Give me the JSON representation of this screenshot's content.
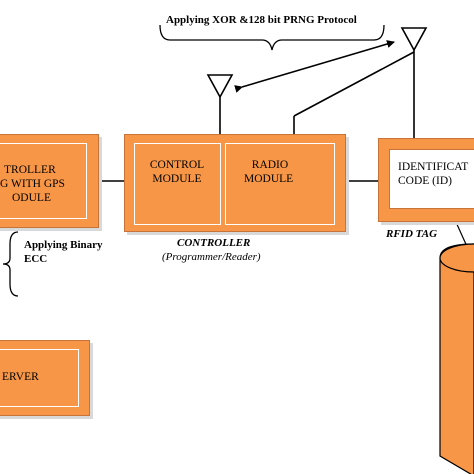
{
  "protocol_label": "Applying XOR &128 bit PRNG Protocol",
  "ecc_label_line1": "Applying Binary",
  "ecc_label_line2": "ECC",
  "left_controller": {
    "line1": "TROLLER",
    "line2": "G WITH GPS",
    "line3": "ODULE"
  },
  "controller": {
    "control_line1": "CONTROL",
    "control_line2": "MODULE",
    "radio_line1": "RADIO",
    "radio_line2": "MODULE",
    "caption_line1": "CONTROLLER",
    "caption_line2": "(Programmer/Reader)"
  },
  "rfid": {
    "id_line1": "IDENTIFICAT",
    "id_line2": "CODE (ID)",
    "caption": "RFID TAG"
  },
  "server_label": "ERVER",
  "colors": {
    "box_fill": "#F79646",
    "box_border": "#c8733a",
    "line": "#000000"
  }
}
